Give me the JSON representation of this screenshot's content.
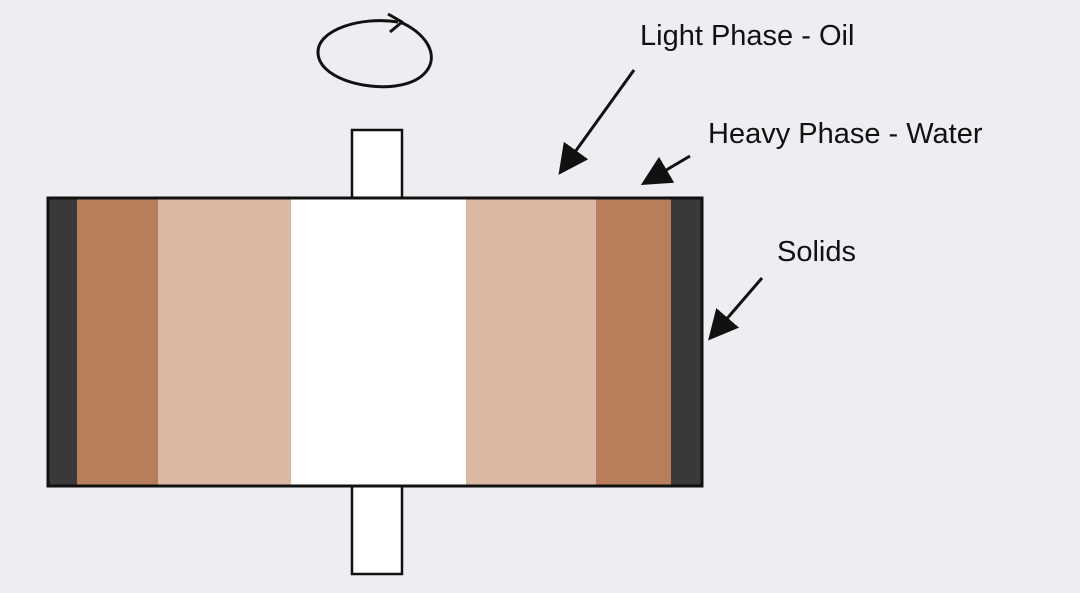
{
  "labels": {
    "light_phase": "Light Phase - Oil",
    "heavy_phase": "Heavy Phase - Water",
    "solids": "Solids"
  },
  "icons": {
    "rotation": "rotation-arrow-icon"
  },
  "colors": {
    "background": "#eeedf1",
    "solids": "#3a3839",
    "heavy_phase_water": "#b87d5a",
    "light_phase_oil": "#dbb8a4",
    "core": "#ffffff",
    "outline": "#111111"
  }
}
